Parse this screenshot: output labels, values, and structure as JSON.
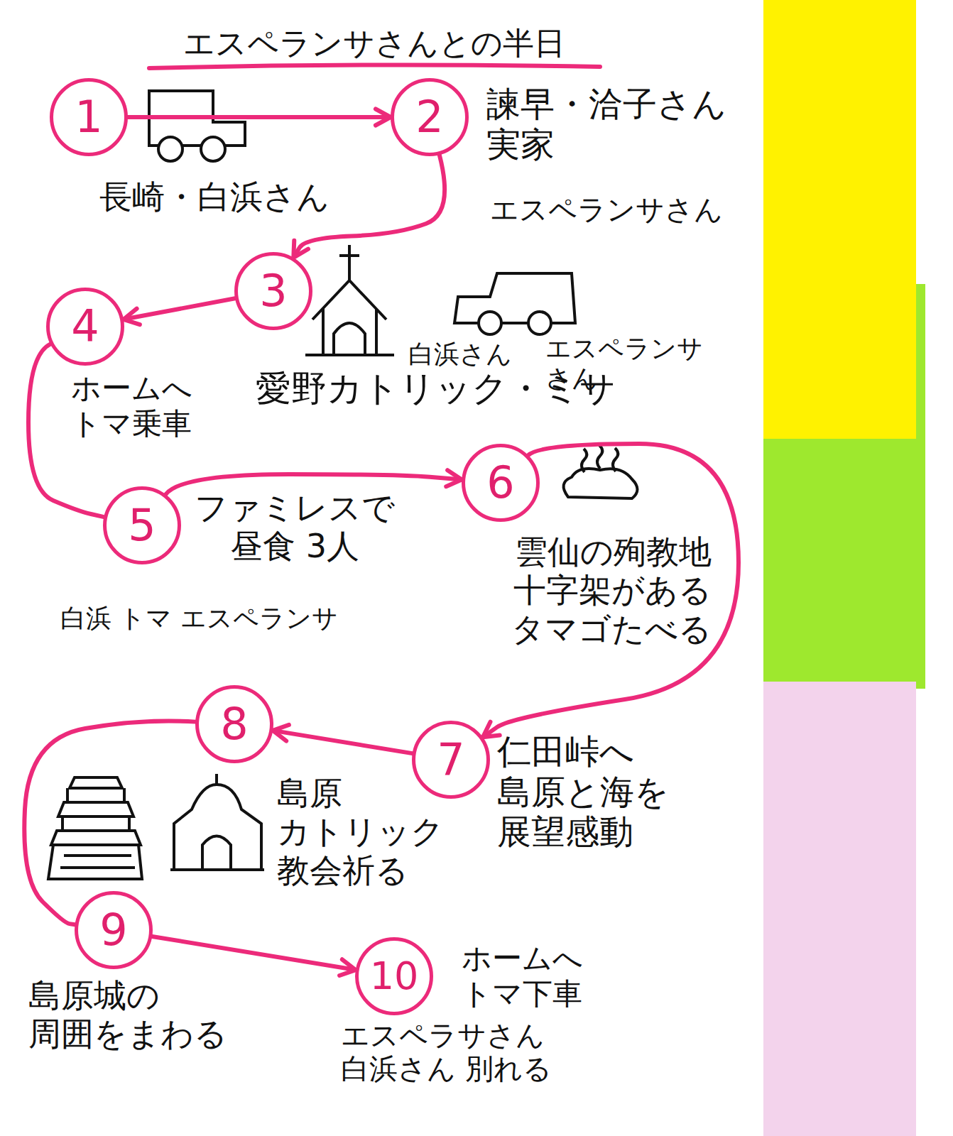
{
  "diagram": {
    "title": "エスペランサさんとの半日",
    "nodes": [
      {
        "text": [
          "1"
        ]
      },
      {
        "text": [
          "2"
        ]
      },
      {
        "text": [
          "3"
        ]
      },
      {
        "text": [
          "4"
        ]
      },
      {
        "text": [
          "5"
        ]
      },
      {
        "text": [
          "6"
        ]
      },
      {
        "text": [
          "7"
        ]
      },
      {
        "text": [
          "8"
        ]
      },
      {
        "text": [
          "9"
        ]
      },
      {
        "text": [
          "10"
        ]
      }
    ],
    "edges": [
      {
        "from": 0,
        "to": 1,
        "arrow": "to"
      },
      {
        "from": 1,
        "to": 2,
        "arrow": "to"
      },
      {
        "from": 2,
        "to": 3,
        "arrow": "to"
      },
      {
        "from": 3,
        "to": 4,
        "arrow": "none"
      },
      {
        "from": 4,
        "to": 5,
        "arrow": "to"
      },
      {
        "from": 5,
        "to": 6,
        "arrow": "to"
      },
      {
        "from": 6,
        "to": 7,
        "arrow": "to"
      },
      {
        "from": 7,
        "to": 8,
        "arrow": "none"
      },
      {
        "from": 8,
        "to": 9,
        "arrow": "to"
      }
    ],
    "labels": [
      "長崎・白浜さん",
      "諫早・洽子さん 実家",
      "エスペランサさん",
      "白浜さん",
      "エスペランサさん",
      "愛野カトリック・ミサ",
      "ホームへ トマ乗車",
      "ファミレスで 昼食 3人",
      "白浜 トマ エスペランサ",
      "雲仙の殉教地 十字架がある タマゴたべる",
      "仁田峠へ 島原と海を 展望感動",
      "島原 カトリック 教会祈る",
      "島原城の 周囲をまわる",
      "ホームへ トマ下車",
      "エスペラサさん 白浜さん 別れる"
    ]
  }
}
